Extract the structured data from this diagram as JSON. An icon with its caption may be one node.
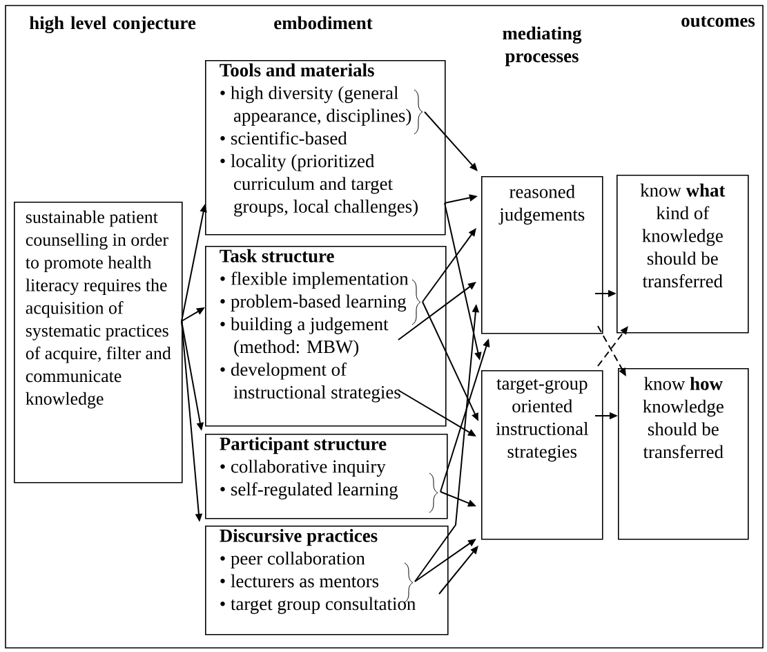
{
  "diagram": {
    "nodes": [
      {
        "text": [
          "sustainable patient counselling in order to promote health literacy requires the acquisition of systematic practices of acquire, filter and communicate knowledge"
        ]
      },
      {
        "text": [
          "Tools and materials",
          "• high diversity (general appearance, disciplines)",
          "• scientific-based",
          "• locality (prioritized curriculum and target groups, local challenges)"
        ]
      },
      {
        "text": [
          "Task structure",
          "• flexible implementation",
          "• problem-based learning",
          "• building a judgement (method: MBW)",
          "• development of instructional strategies"
        ]
      },
      {
        "text": [
          "Participant structure",
          "• collaborative inquiry",
          "• self-regulated learning"
        ]
      },
      {
        "text": [
          "Discursive practices",
          "• peer collaboration",
          "• lecturers as mentors",
          "• target group consultation"
        ]
      },
      {
        "text": [
          "reasoned judgements"
        ]
      },
      {
        "text": [
          "target-group oriented instructional strategies"
        ]
      },
      {
        "text": [
          "know **what** kind of knowledge should be transferred"
        ]
      },
      {
        "text": [
          "know **how** knowledge should be transferred"
        ]
      }
    ],
    "edges": [
      {
        "from": 0,
        "to": 1,
        "arrow": "to"
      },
      {
        "from": 0,
        "to": 2,
        "arrow": "to"
      },
      {
        "from": 0,
        "to": 3,
        "arrow": "to"
      },
      {
        "from": 0,
        "to": 4,
        "arrow": "to"
      },
      {
        "from": 1,
        "to": 5,
        "arrow": "to"
      },
      {
        "from": 1,
        "to": 5,
        "arrow": "to"
      },
      {
        "from": 1,
        "to": 6,
        "arrow": "to"
      },
      {
        "from": 2,
        "to": 5,
        "arrow": "to"
      },
      {
        "from": 2,
        "to": 6,
        "arrow": "to"
      },
      {
        "from": 2,
        "to": 5,
        "arrow": "to"
      },
      {
        "from": 2,
        "to": 6,
        "arrow": "to"
      },
      {
        "from": 3,
        "to": 6,
        "arrow": "to"
      },
      {
        "from": 3,
        "to": 5,
        "arrow": "to"
      },
      {
        "from": 4,
        "to": 5,
        "arrow": "to"
      },
      {
        "from": 4,
        "to": 6,
        "arrow": "to"
      },
      {
        "from": 4,
        "to": 6,
        "arrow": "to"
      },
      {
        "from": 5,
        "to": 7,
        "arrow": "to"
      },
      {
        "from": 6,
        "to": 8,
        "arrow": "to"
      },
      {
        "from": 5,
        "to": 8,
        "arrow": "to",
        "style": "dashed"
      },
      {
        "from": 6,
        "to": 7,
        "arrow": "to",
        "style": "dashed"
      }
    ],
    "labels": [
      "high level conjecture",
      "embodiment",
      "mediating processes",
      "outcomes"
    ]
  }
}
